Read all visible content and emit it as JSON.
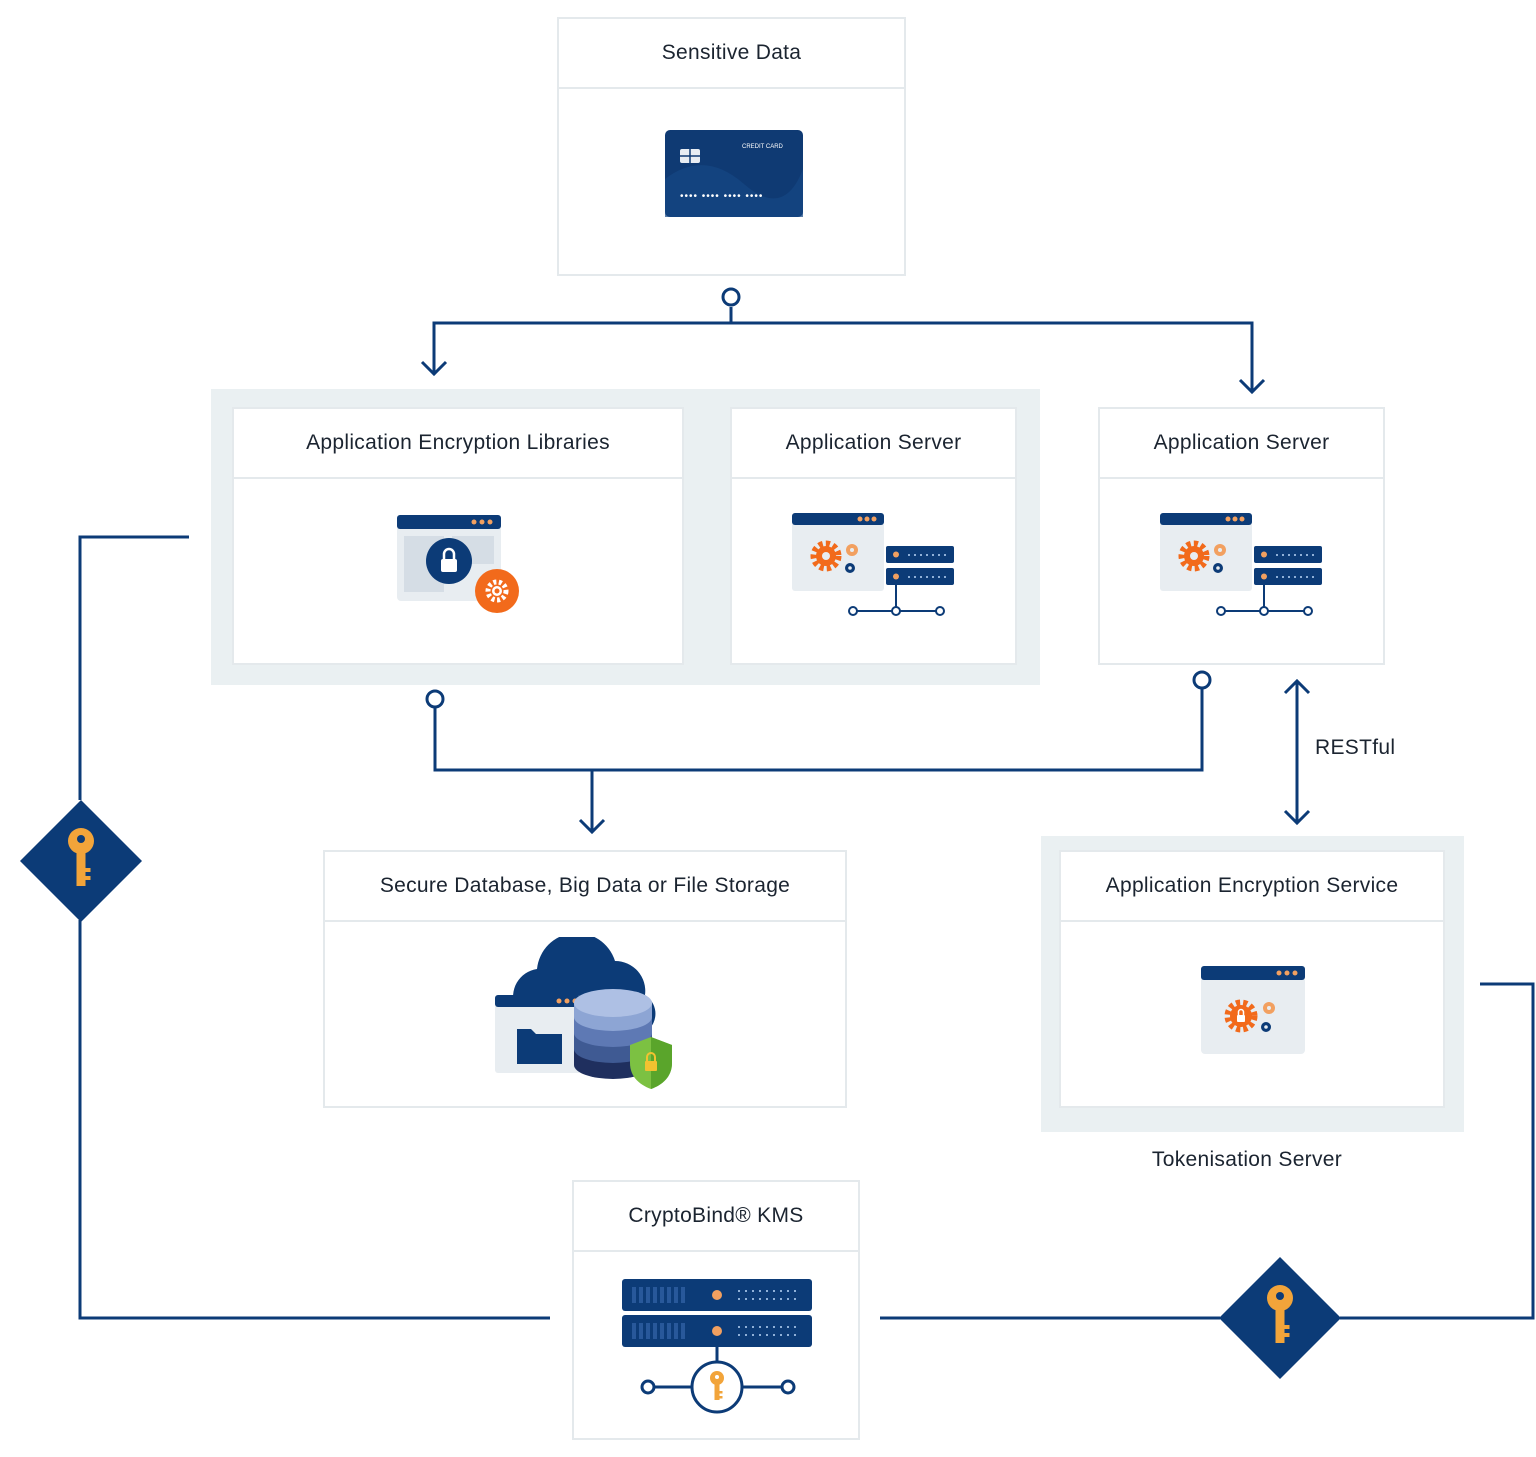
{
  "nodes": {
    "sensitive_data": {
      "title": "Sensitive Data",
      "card_text": "CREDIT CARD",
      "card_number": "•••• •••• •••• ••••"
    },
    "app_encryption_libraries": {
      "title": "Application Encryption Libraries"
    },
    "app_server_left": {
      "title": "Application Server"
    },
    "app_server_right": {
      "title": "Application Server"
    },
    "secure_storage": {
      "title": "Secure Database, Big Data or File Storage"
    },
    "app_encryption_service": {
      "title": "Application Encryption Service"
    },
    "kms": {
      "title": "CryptoBind® KMS"
    }
  },
  "labels": {
    "restful": "RESTful",
    "tokenisation_server": "Tokenisation Server"
  },
  "colors": {
    "navy": "#0c3b77",
    "orange": "#f26a1b",
    "key_gold": "#f2a43a",
    "group_bg": "#eaf0f2",
    "card_border": "#e4e9ec"
  },
  "icons": [
    "credit-card-icon",
    "lock-window-icon",
    "server-gear-icon",
    "cloud-database-icon",
    "gear-window-icon",
    "kms-server-icon",
    "key-icon"
  ]
}
